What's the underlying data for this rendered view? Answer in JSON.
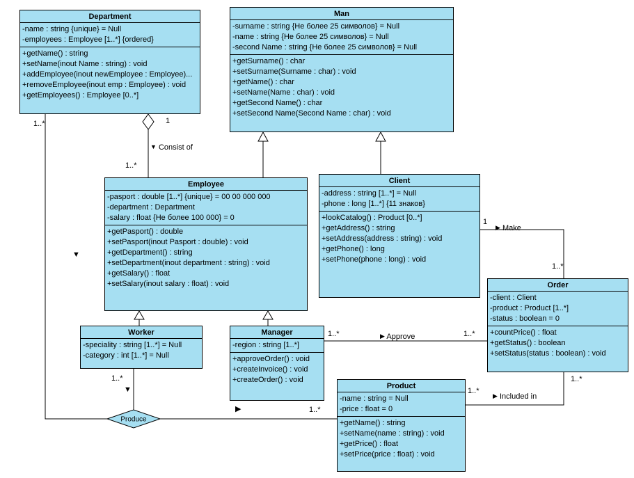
{
  "diagram": {
    "colors": {
      "class_fill": "#a6dff2",
      "border": "#000000",
      "background": "#ffffff"
    },
    "icons": {
      "arrow_down": "▼",
      "arrow_right": "▶"
    },
    "classes": {
      "department": {
        "name": "Department",
        "attributes": [
          "-name : string {unique} = Null",
          "-employees : Employee [1..*] {ordered}"
        ],
        "methods": [
          "+getName() : string",
          "+setName(inout Name : string) : void",
          "+addEmployee(inout newEmployee : Employee)...",
          "+removeEmployee(inout emp : Employee) : void",
          "+getEmployees() : Employee [0..*]"
        ]
      },
      "man": {
        "name": "Man",
        "attributes": [
          "-surname : string {Не более 25 символов} = Null",
          "-name : string {Не более 25 символов} = Null",
          "-second Name : string {Не более 25 символов} = Null"
        ],
        "methods": [
          "+getSurname() : char",
          "+setSurname(Surname : char) : void",
          "+getName() : char",
          "+setName(Name : char) : void",
          "+getSecond Name() : char",
          "+setSecond Name(Second Name : char) : void"
        ]
      },
      "employee": {
        "name": "Employee",
        "attributes": [
          "-pasport : double [1..*] {unique} = 00 00 000 000",
          "-department : Department",
          "-salary : float {Не более 100 000} = 0"
        ],
        "methods": [
          "+getPasport() : double",
          "+setPasport(inout Pasport : double) : void",
          "+getDepartment() : string",
          "+setDepartment(inout department : string) : void",
          "+getSalary() : float",
          "+setSalary(inout salary : float) : void"
        ]
      },
      "client": {
        "name": "Client",
        "attributes": [
          "-address : string [1..*] = Null",
          "-phone : long [1..*] {11 знаков}"
        ],
        "methods": [
          "+lookCatalog() : Product [0..*]",
          "+getAddress() : string",
          "+setAddress(address : string) : void",
          "+getPhone() : long",
          "+setPhone(phone : long) : void"
        ]
      },
      "worker": {
        "name": "Worker",
        "attributes": [
          "-speciality : string [1..*] = Null",
          "-category : int [1..*] = Null"
        ],
        "methods": []
      },
      "manager": {
        "name": "Manager",
        "attributes": [
          "-region : string [1..*]"
        ],
        "methods": [
          "+approveOrder() : void",
          "+createInvoice() : void",
          "+createOrder() : void"
        ]
      },
      "order": {
        "name": "Order",
        "attributes": [
          "-client : Client",
          "-product : Product [1..*]",
          "-status : boolean = 0"
        ],
        "methods": [
          "+countPrice() : float",
          "+getStatus() : boolean",
          "+setStatus(status : boolean) : void"
        ]
      },
      "product": {
        "name": "Product",
        "attributes": [
          "-name : string = Null",
          "-price : float = 0"
        ],
        "methods": [
          "+getName() : string",
          "+setName(name : string) : void",
          "+getPrice() : float",
          "+setPrice(price : float) : void"
        ]
      }
    },
    "associations": {
      "consist_of": {
        "label": "Consist of",
        "end_department": "1",
        "end_employee": "1..*"
      },
      "make": {
        "label": "Make",
        "end_client": "1",
        "end_order": "1..*"
      },
      "approve": {
        "label": "Approve",
        "end_manager": "1..*",
        "end_order": "1..*"
      },
      "included_in": {
        "label": "Included in",
        "end_order": "1..*",
        "end_product": "1..*"
      },
      "produce": {
        "label": "Produce",
        "end_department": "1..*",
        "end_worker": "1..*",
        "end_product": "1..*"
      }
    }
  }
}
